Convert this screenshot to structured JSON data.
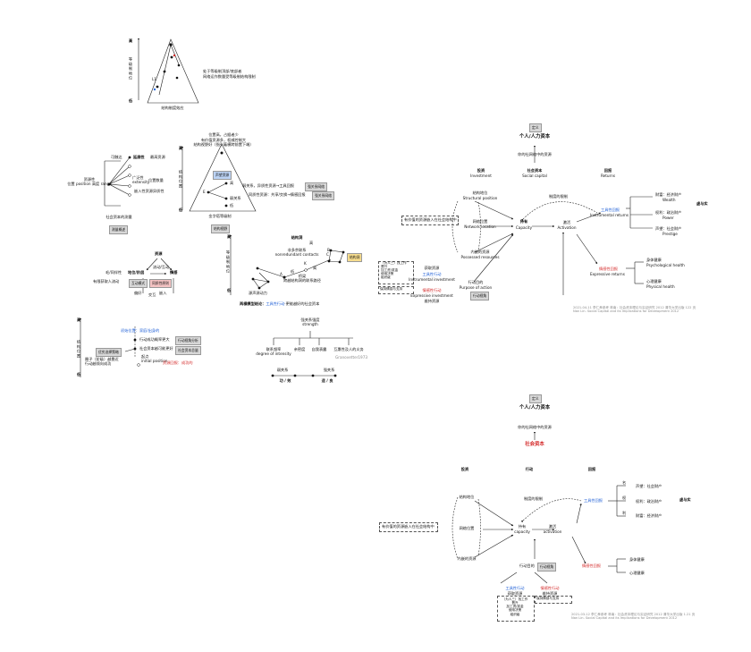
{
  "pyramid1": {
    "axis_high": "高",
    "axis_low": "低",
    "axis_label": "等级制地位",
    "label_l1": "L1",
    "note": "处于等级制顶部/底部者\n网络运作数量受等级制结构限制",
    "caption": "结构制度效应"
  },
  "pyramid2": {
    "axis_high": "高",
    "axis_low": "低",
    "axis_label": "结构位置",
    "top_note": "位置高，占据者少\n有价值资源多，权威控制大\n结构视野好（指引着横跨前置下端）",
    "highlight_tag": "声望资源",
    "item_a": "高",
    "item_b": "弱关系",
    "item_e": "E",
    "item_low": "低",
    "row1": "弱关系，异质性资源→工具回报",
    "row1_tag": "强关系网络",
    "row2": "同质性资源：共享/交换→情感回报",
    "row2_tag": "强关系网络",
    "caption": "金字塔等级制",
    "caption_tag": "结构视野"
  },
  "measure": {
    "top_label": "可触达",
    "reach": "延展性",
    "range_note": "最高资源",
    "extensity": "广泛性\nextensity",
    "diversity": "位置数量",
    "heterogeneity": "嵌入性资源异质性",
    "left_label": "资源性\n位置 position 高度 range",
    "caption": "社会资本的测量",
    "caption_tag": "测量概述"
  },
  "cycle": {
    "top": "资源",
    "left": "地位/阶层",
    "right": "情感",
    "middle": "流动/互动",
    "left_note": "毛/同伴性",
    "left_note2": "有限获取人流动",
    "tag1": "互动模式",
    "tag2": "同质性原则",
    "bottom_left": "偏好",
    "bottom_right": "交互",
    "bottom_right2": "嵌入"
  },
  "network_fig": {
    "axis_high": "高",
    "axis_low": "低",
    "axis_label": "等级制地位",
    "title": "结构洞",
    "sub1": "非多余联系\nnonredundant contacts",
    "sub2": "桥梁\n跨越结构洞的联系路径",
    "tag": "结构洞",
    "node_a": "A",
    "node_b": "B",
    "node_c": "C",
    "label_low": "低",
    "label_k": "K",
    "label_high": "高",
    "bottom_left": "源声源动力",
    "caption_pre": "两横模型结论：",
    "caption_mid": "工具性行动",
    "caption_post": "·更能越好的社会资本"
  },
  "strength": {
    "title": "强关系强度\nstrength",
    "b1": "联系频率\ndegree of intensity",
    "b2": "亲密度",
    "b3": "自我表露",
    "b4": "互惠性及人的义务",
    "credit": "Granovetter1973",
    "weak": "弱关系",
    "strong": "强关系",
    "between": "功 / 效",
    "between2": "适 / 良"
  },
  "position_fig": {
    "axis_high": "高",
    "axis_low": "低",
    "axis_label": "结构位置",
    "top_blue": "初始位置：家庭/出身的",
    "l1": "行动成功概率更大",
    "l2": "社会资本越可能更好",
    "l3": "起点\ninitial position",
    "l4": "资源回报：成功的",
    "left_text": "圈子（阶级）越靠近\n行动越倾向成功",
    "tag1": "行动视角分析",
    "tag2": "优劣选择策略",
    "tag3": "社会资本总量"
  },
  "model1": {
    "top_tag": "定义",
    "personal": "个人/人力资本",
    "embedded": "你的社网络中的资源",
    "social": "社会资本",
    "social_en": "Social capital",
    "investment": "投资",
    "investment_en": "Investment",
    "returns": "回报",
    "returns_en": "Returns",
    "struct": "结构地位",
    "struct_en": "Structural position",
    "netloc": "网络位置",
    "netloc_en": "Network location",
    "possessed": "内嵌的资源",
    "possessed_en": "Possessed resources",
    "purpose": "行动目的",
    "purpose_en": "Purpose of action",
    "purpose_tag": "行动视角",
    "capacity": "持有",
    "capacity_en": "Capacity",
    "activation": "激活",
    "activation_en": "Activation",
    "mobilize": "制度的限制",
    "inequality_note": "有价值的资源嵌入在社会结构中",
    "instrumental_ret": "工具性回报",
    "instrumental_ret_en": "Instrumental returns",
    "expressive_ret": "情感性回报",
    "expressive_ret_en": "Expressive returns",
    "wealth": "财富：经济财产",
    "wealth_en": "Wealth",
    "power": "权利：政治财产",
    "power_en": "Power",
    "prestige": "声望：社会财产",
    "prestige_en": "Prestige",
    "side": "虚与实",
    "psych": "身体健康",
    "psych_en": "Psychological health",
    "phys": "心理健康",
    "phys_en": "Physical health",
    "left_box": "（为人三）找工作\n晋升\n加工资/奖金\n使用决策\n组织级",
    "instr_act": "工具性行动",
    "instr_act_en": "Instrumental investment",
    "instr_top": "获取资源",
    "expr_act": "情感性行动",
    "expr_act_en": "Expressive investment",
    "expr_sub": "维持资源",
    "left_box2": "保持情感与支持",
    "credit": "2021-04-11 李仁孝参考 林南：社会资本理论与实证研究 2012 清华大学出版 122 页\nNan Lin. Social Capital and its Implications for Development 2012"
  },
  "model2": {
    "top_tag": "定义",
    "personal": "个人/人力资本",
    "embedded": "你的社网络中的资源",
    "social": "社会资本",
    "investment": "投资",
    "action": "行动",
    "returns": "回报",
    "struct": "结构地位",
    "netloc": "网络位置",
    "possessed": "内嵌的资源",
    "inequality_note": "有价值的资源嵌入在社会结构中",
    "mobilize": "制度的限制",
    "capacity": "持有",
    "capacity_en": "capacity",
    "activation": "激活",
    "activation_en": "activation",
    "instrumental_ret": "工具性回报",
    "expressive_ret": "情感性回报",
    "name": "名",
    "power": "权",
    "profit": "利",
    "prestige": "声望：社会财产",
    "power2": "权利：政治财产",
    "wealth": "财富：经济财产",
    "side": "虚与实",
    "psych": "身体健康",
    "phys": "心理健康",
    "purpose": "行动目的",
    "purpose_tag": "行动视角",
    "instr_act": "工具性行动",
    "instr_top": "获取资源",
    "expr_act": "情感性行动",
    "expr_sub": "维持资源",
    "left_box": "（为人三）找工作\n晋升\n加工资/奖金\n使用决策\n组织级",
    "left_box2": "保持情感与支持",
    "credit": "2021-03-12 李仁孝参考 林南：社会资本理论与实证研究 2012 清华大学出版 1.21 页\nNan Lin. Social Capital and its Implications for Development 2012"
  }
}
